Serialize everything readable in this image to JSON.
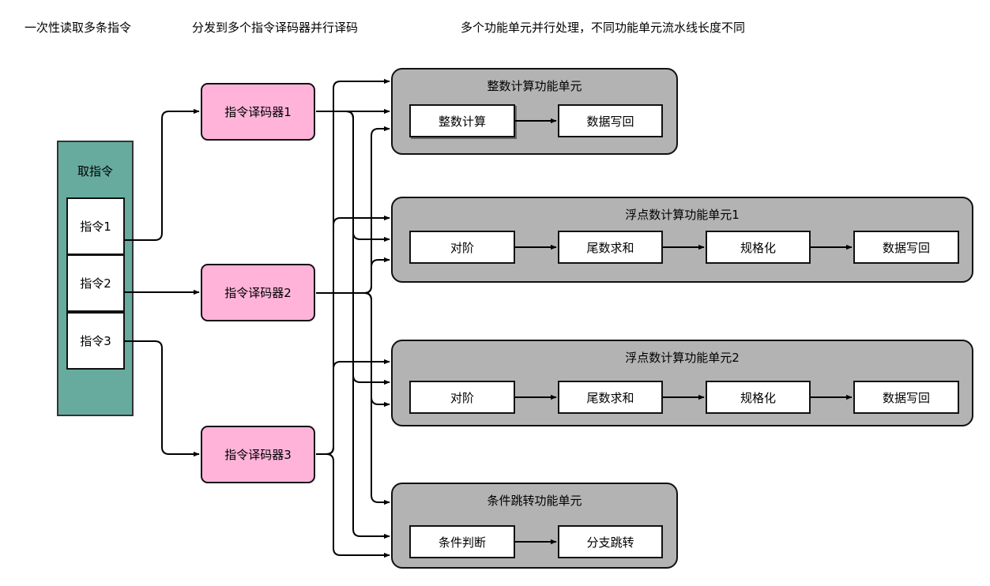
{
  "headings": {
    "fetch": "一次性读取多条指令",
    "decode": "分发到多个指令译码器并行译码",
    "execute": "多个功能单元并行处理，不同功能单元流水线长度不同"
  },
  "fetch_unit": {
    "title": "取指令",
    "instructions": [
      "指令1",
      "指令2",
      "指令3"
    ]
  },
  "decoders": [
    "指令译码器1",
    "指令译码器2",
    "指令译码器3"
  ],
  "units": {
    "integer": {
      "title": "整数计算功能单元",
      "stages": [
        "整数计算",
        "数据写回"
      ]
    },
    "float1": {
      "title": "浮点数计算功能单元1",
      "stages": [
        "对阶",
        "尾数求和",
        "规格化",
        "数据写回"
      ]
    },
    "float2": {
      "title": "浮点数计算功能单元2",
      "stages": [
        "对阶",
        "尾数求和",
        "规格化",
        "数据写回"
      ]
    },
    "branch": {
      "title": "条件跳转功能单元",
      "stages": [
        "条件判断",
        "分支跳转"
      ]
    }
  },
  "colors": {
    "fetch_fill": "#67ab9f",
    "decoder_fill": "#ffb3d9",
    "unit_fill": "#b3b3b3",
    "stage_fill": "#ffffff",
    "line": "#000000"
  }
}
